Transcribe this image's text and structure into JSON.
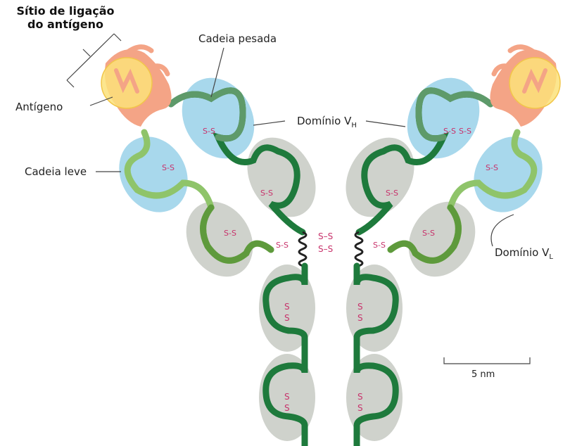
{
  "labels": {
    "binding_site_line1": "Sítio de ligação",
    "binding_site_line2": "do antígeno",
    "heavy_chain": "Cadeia pesada",
    "antigen": "Antígeno",
    "light_chain": "Cadeia leve",
    "vh_domain": "Domínio V",
    "vh_sub": "H",
    "vl_domain": "Domínio V",
    "vl_sub": "L",
    "disulfide": "S",
    "scale": "5 nm"
  },
  "colors": {
    "heavy_chain": "#1e7a3c",
    "heavy_chain_light": "#5e9a6a",
    "light_chain": "#8fc46a",
    "light_chain_dark": "#5e9a3c",
    "variable_domain": "#a8d8ec",
    "constant_domain": "#cfd2cc",
    "antigen": "#fbe27a",
    "binding_site": "#f4a486",
    "disulfide": "#c8326b",
    "hinge": "#222222"
  }
}
